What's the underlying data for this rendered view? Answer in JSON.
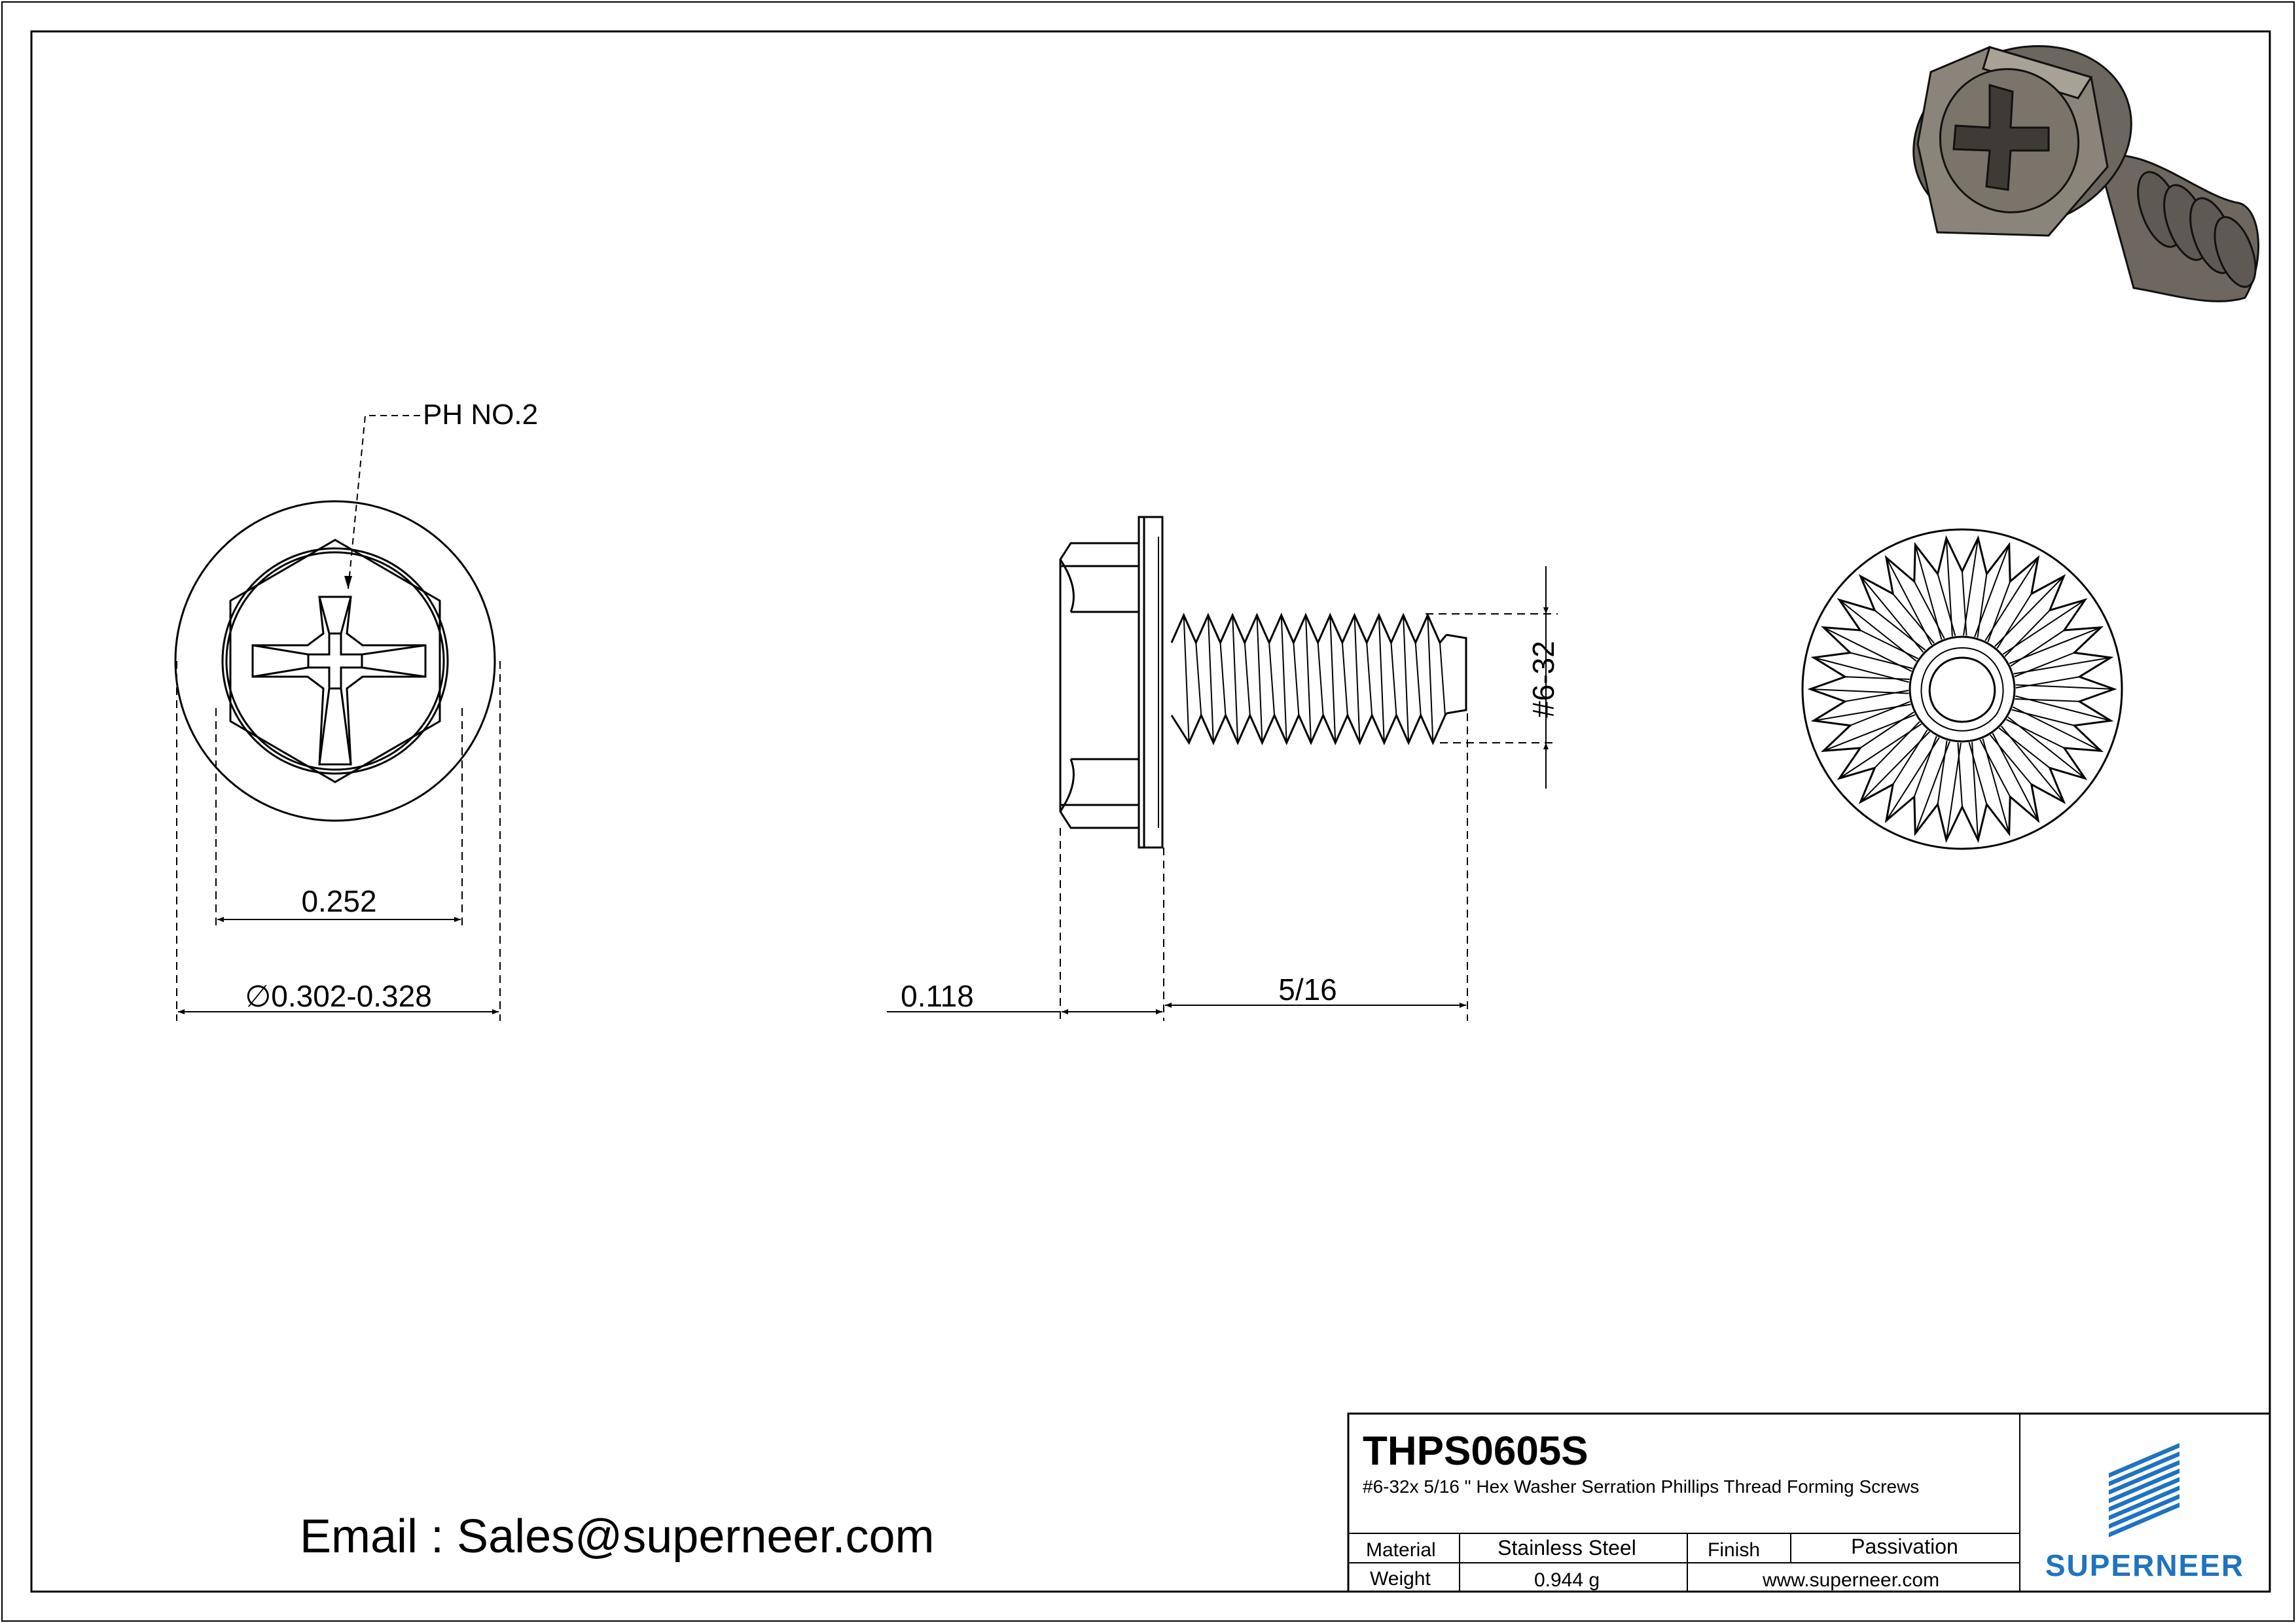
{
  "dimensions": {
    "drive": "PH NO.2",
    "hex_across_flats": "0.252",
    "washer_diameter_symbol": "∅",
    "washer_diameter": "0.302-0.328",
    "head_height": "0.118",
    "length": "5/16",
    "thread": "#6-32"
  },
  "contact": {
    "email_line": "Email : Sales@superneer.com"
  },
  "title_block": {
    "part_number": "THPS0605S",
    "description": "#6-32x 5/16 \" Hex Washer Serration Phillips Thread Forming  Screws",
    "material_label": "Material",
    "material_value": "Stainless Steel",
    "finish_label": "Finish",
    "finish_value": "Passivation",
    "weight_label": "Weight",
    "weight_value": "0.944 g",
    "website": "www.superneer.com",
    "website_color": "#1f5fa8",
    "logo_text": "SUPERNEER",
    "logo_color": "#1f73c0"
  }
}
